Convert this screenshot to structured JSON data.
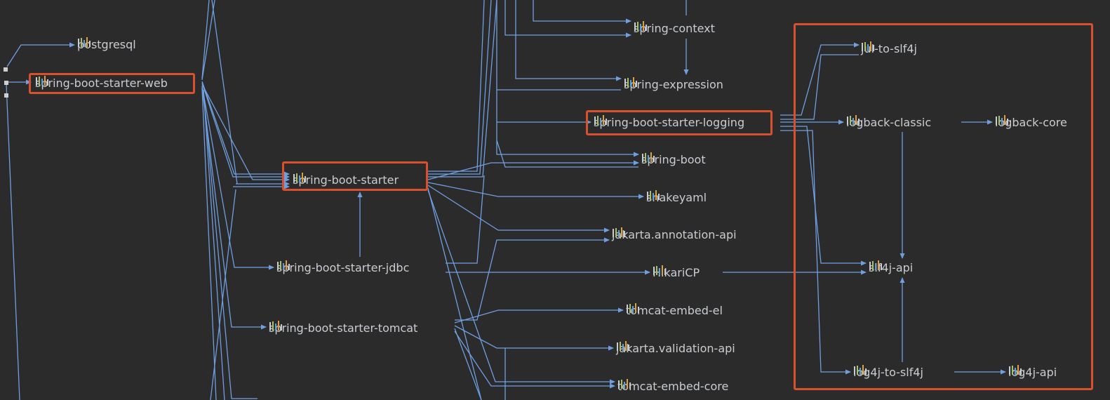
{
  "nodes": {
    "postgresql": "postgresql",
    "spring_boot_starter_web": "spring-boot-starter-web",
    "spring_boot_starter": "spring-boot-starter",
    "spring_boot_starter_jdbc": "spring-boot-starter-jdbc",
    "spring_boot_starter_tomcat": "spring-boot-starter-tomcat",
    "spring_context": "spring-context",
    "spring_expression": "spring-expression",
    "spring_boot_starter_logging": "spring-boot-starter-logging",
    "spring_boot": "spring-boot",
    "snakeyaml": "snakeyaml",
    "jakarta_annotation_api": "jakarta.annotation-api",
    "hikaricp": "HikariCP",
    "tomcat_embed_el": "tomcat-embed-el",
    "jakarta_validation_api": "jakarta.validation-api",
    "tomcat_embed_core": "tomcat-embed-core",
    "jul_to_slf4j": "jul-to-slf4j",
    "logback_classic": "logback-classic",
    "logback_core": "logback-core",
    "slf4j_api": "slf4j-api",
    "log4j_to_slf4j": "log4j-to-slf4j",
    "log4j_api": "log4j-api"
  },
  "colors": {
    "background": "#2b2b2b",
    "edge": "#6f9fe0",
    "highlight": "#d9502f",
    "text": "#c9ccd1",
    "icon_bars": [
      "#c9ccd1",
      "#a8c06a",
      "#5aa0d8",
      "#e0a040",
      "#c9ccd1"
    ]
  },
  "icon": "maven-library-icon"
}
